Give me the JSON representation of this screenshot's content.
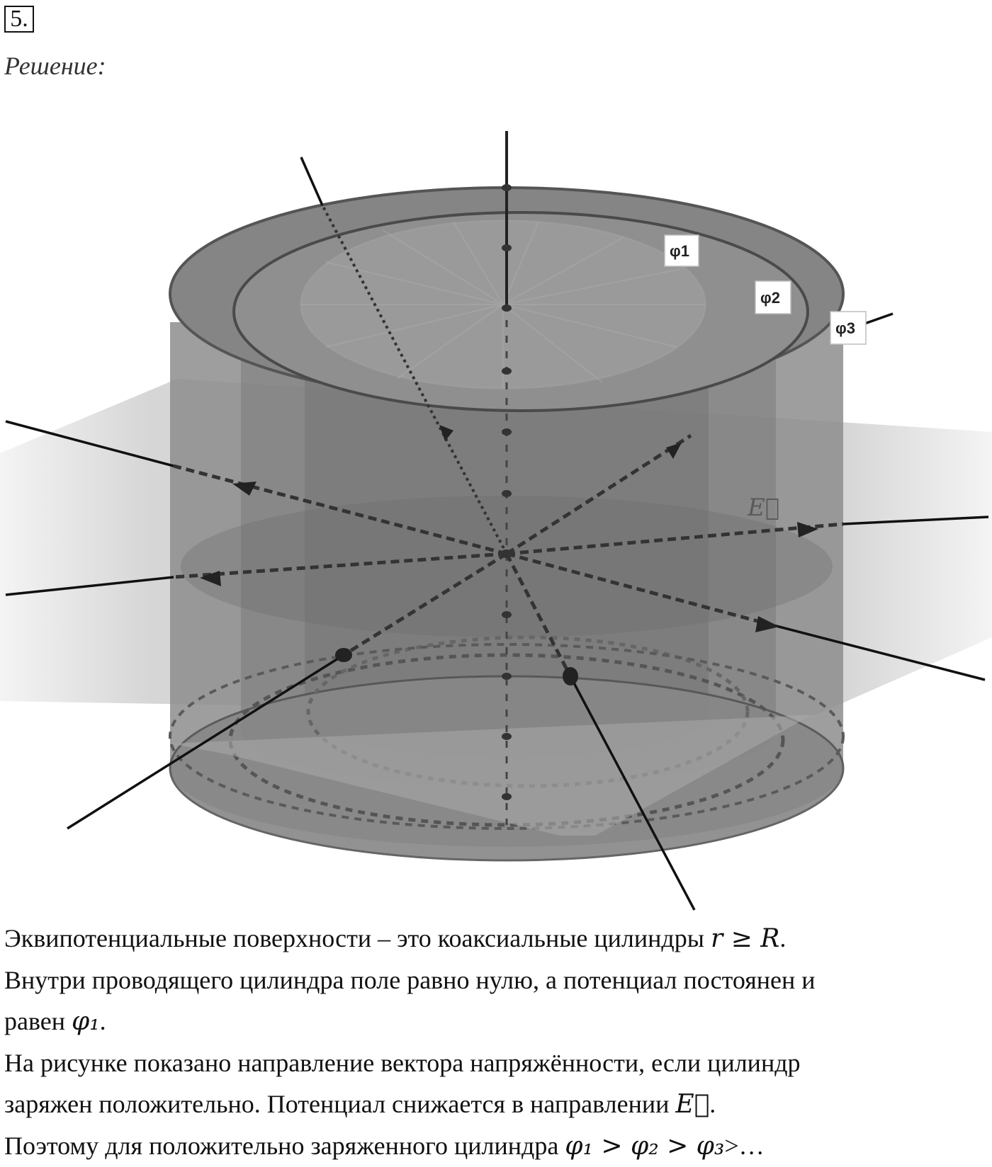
{
  "header": {
    "task_number": "5.",
    "heading": "Решение:"
  },
  "figure": {
    "labels": {
      "phi1": "φ1",
      "phi2": "φ2",
      "phi3": "φ3",
      "field_vector": "E⃗"
    }
  },
  "text": {
    "line1": "Эквипотенциальные поверхности – это коаксиальные цилиндры ",
    "line1_math": "r ≥ R",
    "line1_end": ".",
    "line2": "Внутри проводящего цилиндра поле равно нулю, а потенциал постоянен и",
    "line3": "равен ",
    "line3_math": "φ₁",
    "line3_end": ".",
    "line4": "На рисунке показано направление вектора напряжённости, если цилиндр",
    "line5": "заряжен положительно. Потенциал снижается в направлении ",
    "line5_math": "E⃗",
    "line5_end": ".",
    "line6": "Поэтому для положительно заряженного цилиндра ",
    "line6_math": "φ₁ > φ₂ > φ₃",
    "line6_end": ">…"
  }
}
